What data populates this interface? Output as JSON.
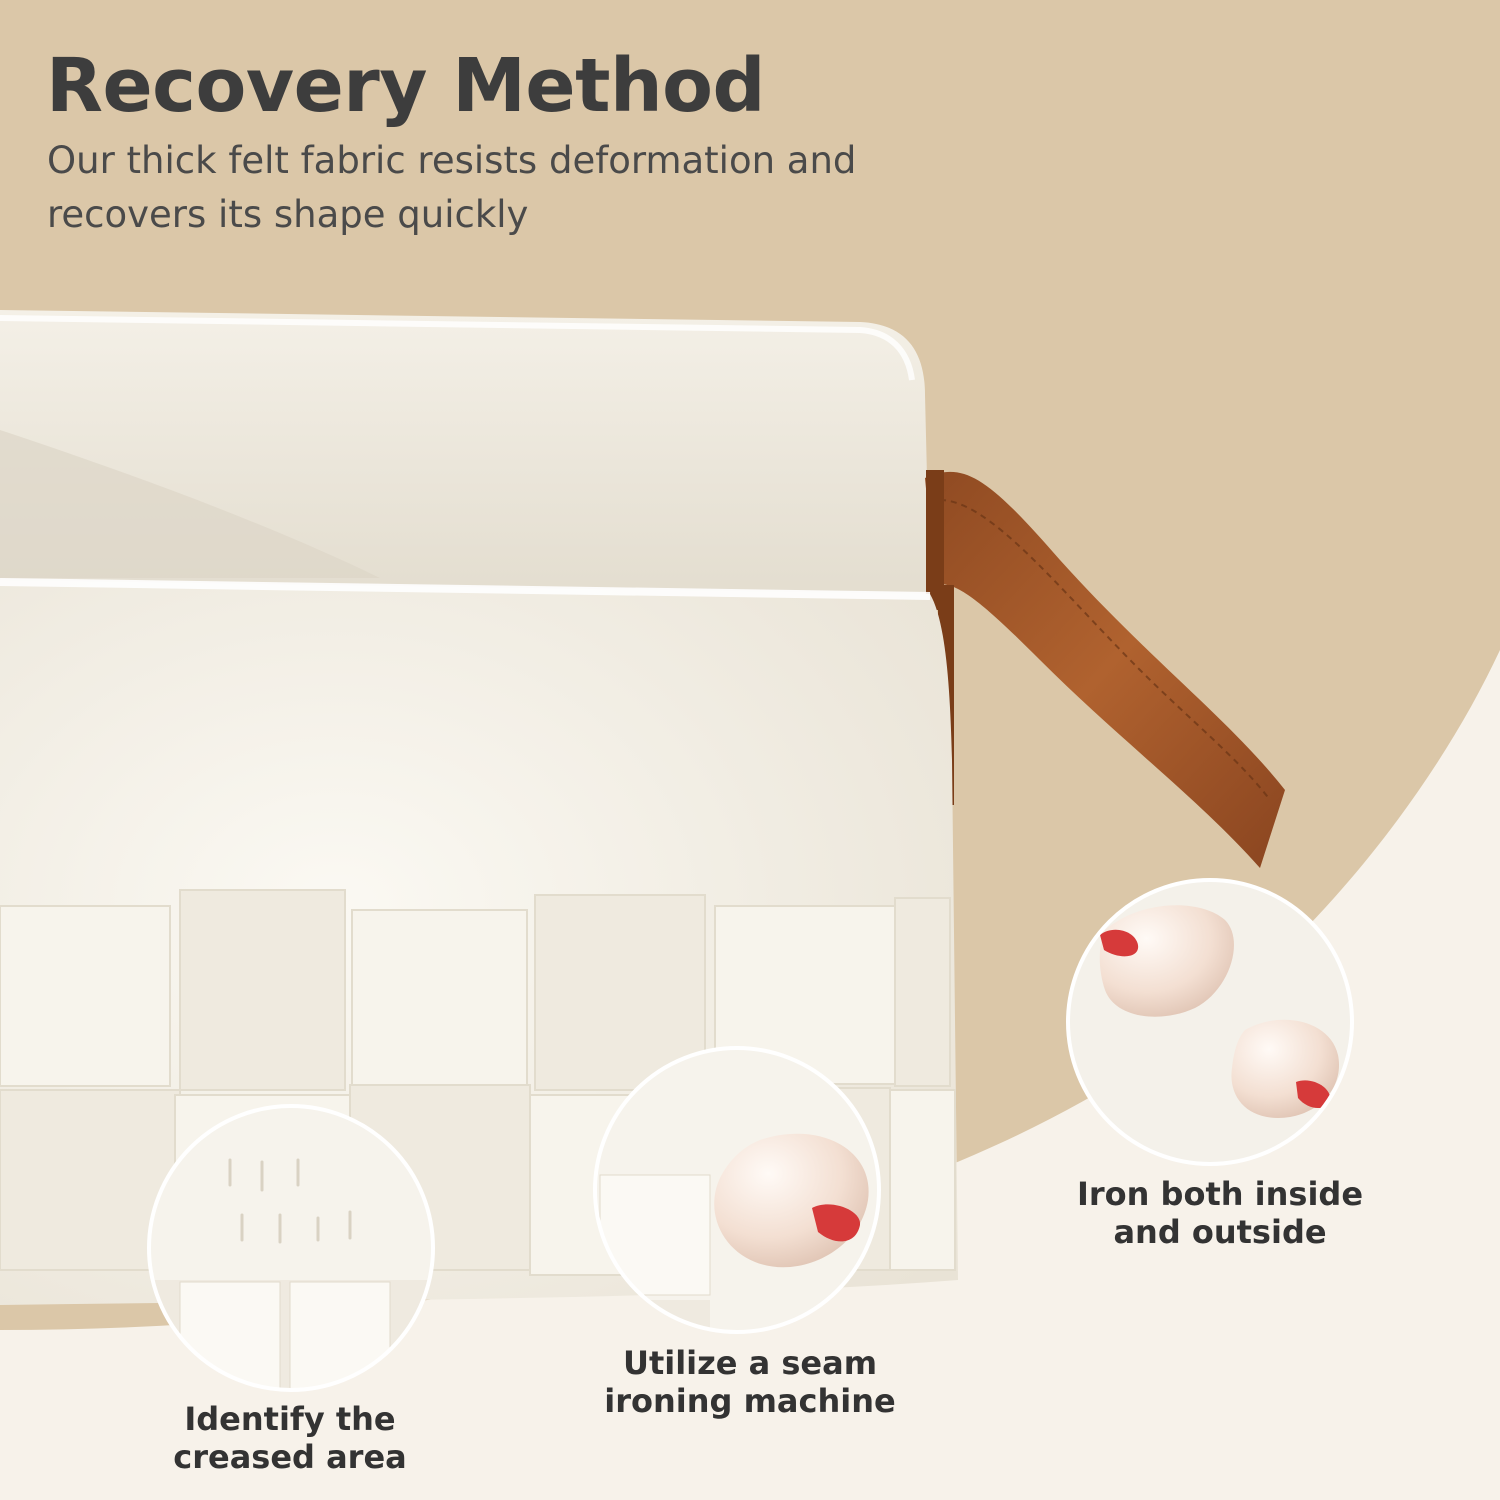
{
  "header": {
    "title": "Recovery Method",
    "subtitle": "Our thick felt fabric resists deformation and recovers its shape quickly"
  },
  "steps": [
    {
      "label": "Identify the creased area",
      "icon": "creased-felt-closeup"
    },
    {
      "label": "Utilize a seam ironing machine",
      "icon": "seam-iron"
    },
    {
      "label": "Iron both inside and outside",
      "icon": "seam-iron-pair"
    }
  ],
  "colors": {
    "background": "#dbc7a8",
    "lower_panel": "#f7f2ea",
    "felt": "#f3efe6",
    "leather_handle": "#a85a2a",
    "text_dark": "#3d3d3d",
    "iron_body": "#f1ddd0",
    "iron_button": "#d63a3a"
  }
}
